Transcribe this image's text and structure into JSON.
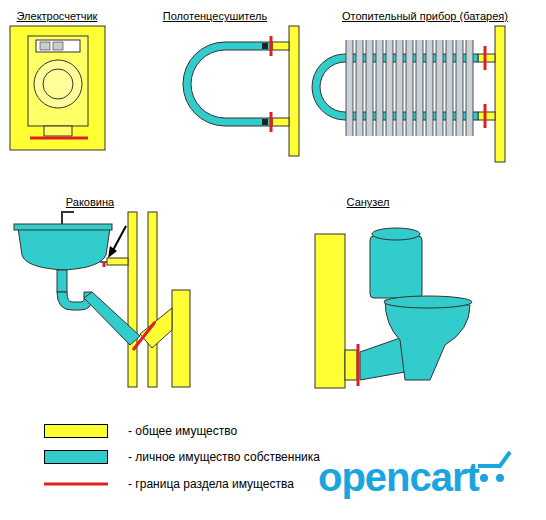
{
  "diagram": {
    "labels": [
      "Электросчетчик",
      "Полотенцесушитель",
      "Отопительный прибор (батарея)",
      "Раковина",
      "Санузел",
      "opencart"
    ],
    "legend": [
      {
        "text": "- общее имущество",
        "color": "#ffff33"
      },
      {
        "text": "- личное имущество собственника",
        "color": "#33cccc"
      },
      {
        "text": "- граница раздела имущества"
      }
    ]
  }
}
